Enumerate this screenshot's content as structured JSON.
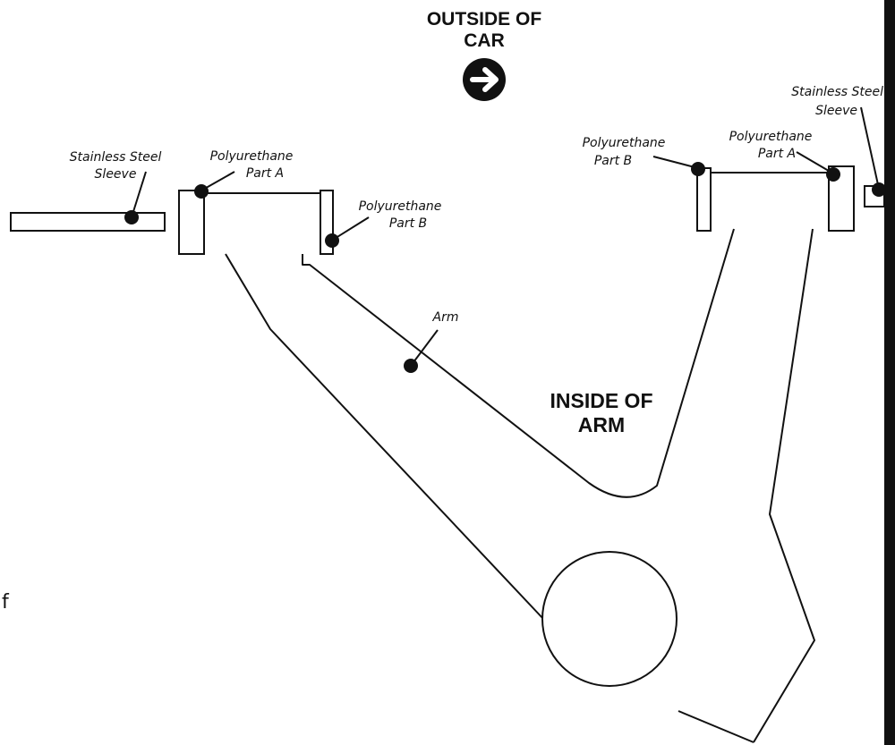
{
  "direction": {
    "line1": "OUTSIDE OF",
    "line2": "CAR",
    "icon": "arrow-right-circle-icon"
  },
  "inside_label": {
    "line1": "INSIDE OF",
    "line2": "ARM"
  },
  "left_assembly": {
    "sleeve": {
      "line1": "Stainless Steel",
      "line2": "Sleeve"
    },
    "part_a": {
      "line1": "Polyurethane",
      "line2": "Part A"
    },
    "part_b": {
      "line1": "Polyurethane",
      "line2": "Part B"
    }
  },
  "arm": {
    "label": "Arm"
  },
  "right_assembly": {
    "sleeve": {
      "line1": "Stainless Steel",
      "line2": "Sleeve"
    },
    "part_a": {
      "line1": "Polyurethane",
      "line2": "Part A"
    },
    "part_b": {
      "line1": "Polyurethane",
      "line2": "Part B"
    }
  },
  "edge_fragment": {
    "text": "f"
  },
  "colors": {
    "ink": "#111111",
    "background": "#ffffff"
  }
}
